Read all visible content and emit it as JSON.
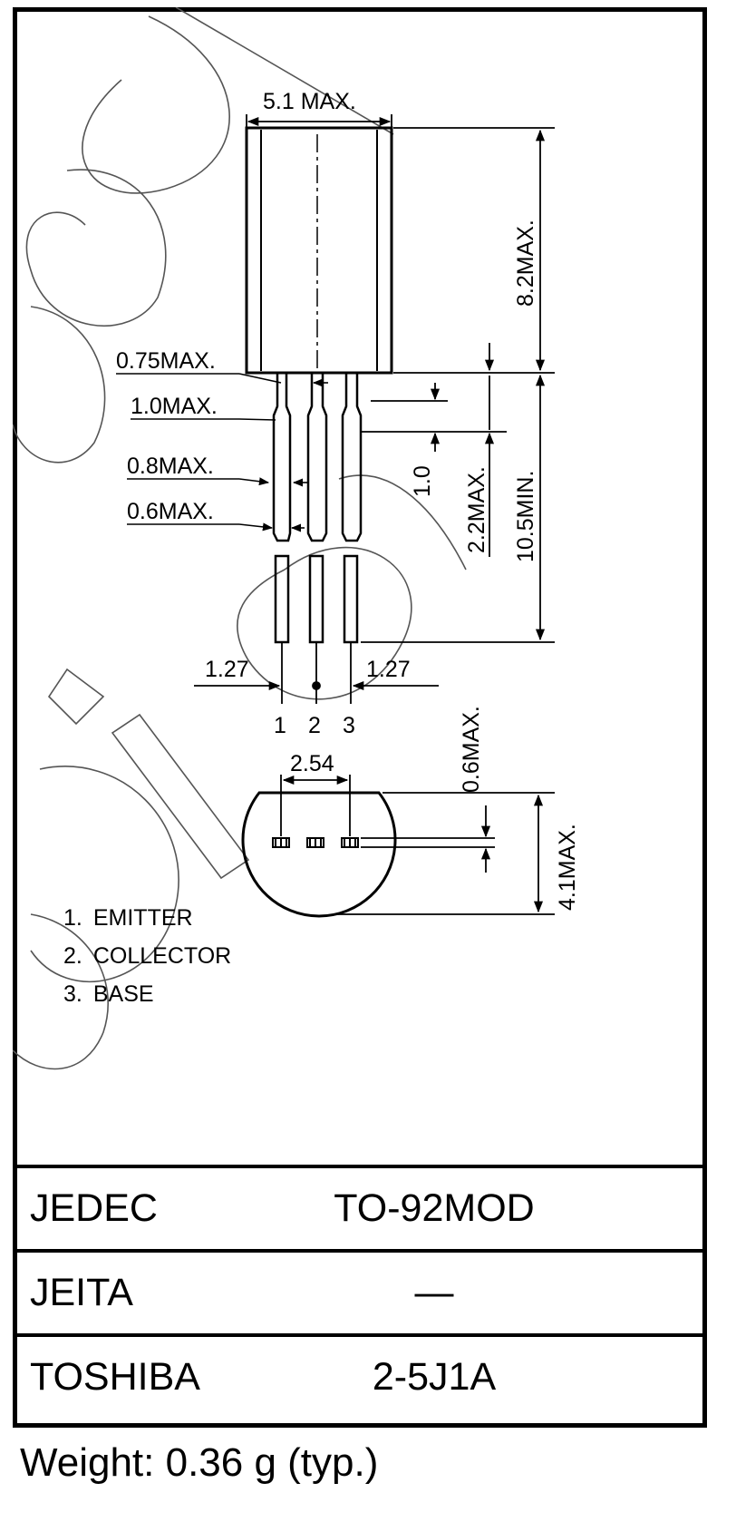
{
  "dimensions": {
    "body_width": "5.1 MAX.",
    "body_height": "8.2MAX.",
    "lead_075": "0.75MAX.",
    "lead_10": "1.0MAX.",
    "lead_08": "0.8MAX.",
    "lead_06": "0.6MAX.",
    "gap_10": "1.0",
    "gap_22": "2.2MAX.",
    "lead_length": "10.5MIN.",
    "pitch_left": "1.27",
    "pitch_right": "1.27",
    "pin_spacing": "2.54",
    "bottom_06": "0.6MAX.",
    "depth": "4.1MAX."
  },
  "pins": {
    "pin1": "1",
    "pin2": "2",
    "pin3": "3"
  },
  "legend": [
    {
      "num": "1.",
      "name": "EMITTER"
    },
    {
      "num": "2.",
      "name": "COLLECTOR"
    },
    {
      "num": "3.",
      "name": "BASE"
    }
  ],
  "package_table": [
    {
      "org": "JEDEC",
      "code": "TO-92MOD"
    },
    {
      "org": "JEITA",
      "code": "―"
    },
    {
      "org": "TOSHIBA",
      "code": "2-5J1A"
    }
  ],
  "weight": "Weight: 0.36 g (typ.)"
}
